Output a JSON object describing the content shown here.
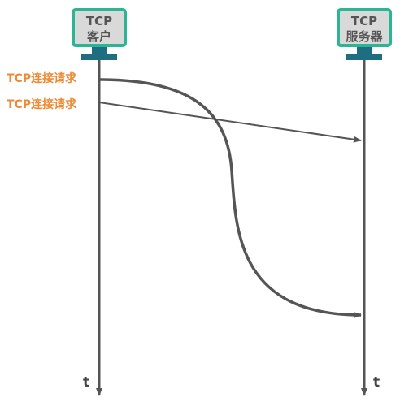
{
  "client": {
    "line1": "TCP",
    "line2": "客户"
  },
  "server": {
    "line1": "TCP",
    "line2": "服务器"
  },
  "messages": [
    {
      "label": "TCP连接请求"
    },
    {
      "label": "TCP连接请求"
    }
  ],
  "time_axis_label": "t",
  "colors": {
    "monitor_border": "#2bb592",
    "monitor_screen": "#d9d9d9",
    "monitor_stand": "#1d6e80",
    "timeline": "#555555",
    "message_label": "#ee8a35"
  }
}
